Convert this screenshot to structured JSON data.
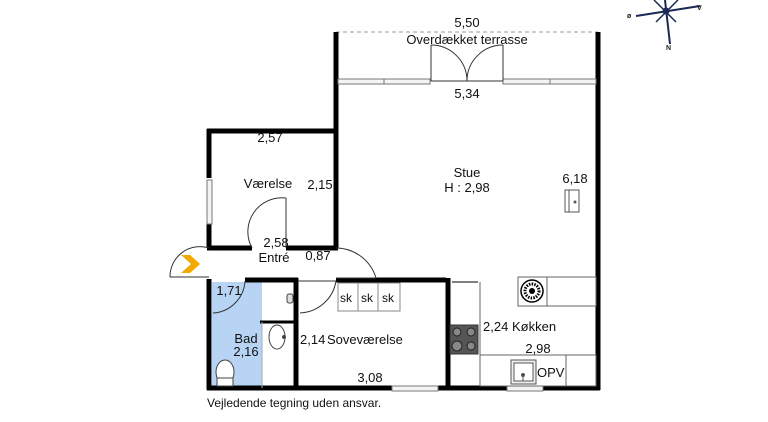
{
  "floorplan": {
    "terrace": {
      "name": "Overdækket terrasse",
      "width_outer": "5,50",
      "width_inner": "5,34"
    },
    "rooms": [
      {
        "id": "stue",
        "name": "Stue",
        "height_label": "H : 2,98",
        "dimension": "6,18"
      },
      {
        "id": "vaerelse",
        "name": "Værelse",
        "dim_top": "2,57",
        "dim_side": "2,15"
      },
      {
        "id": "entre",
        "name": "Entré",
        "dim_top": "2,58",
        "dim_side": "0,87"
      },
      {
        "id": "bad",
        "name": "Bad",
        "dim_side": "2,16",
        "dim_top": "1,71",
        "fill": "#b8d4f5"
      },
      {
        "id": "sovevaerelse",
        "name": "Soveværelse",
        "dim_side": "2,14",
        "dim_bottom": "3,08"
      },
      {
        "id": "koekken",
        "name": "Køkken",
        "dim_side": "2,24",
        "dim_bottom": "2,98"
      }
    ],
    "closets": [
      "sk",
      "sk",
      "sk"
    ],
    "utility_label": "OPV",
    "entrance_arrow_color": "#f2a900",
    "compass": {
      "west": "V",
      "east": "ø",
      "north": "N"
    },
    "disclaimer": "Vejledende tegning uden ansvar."
  }
}
